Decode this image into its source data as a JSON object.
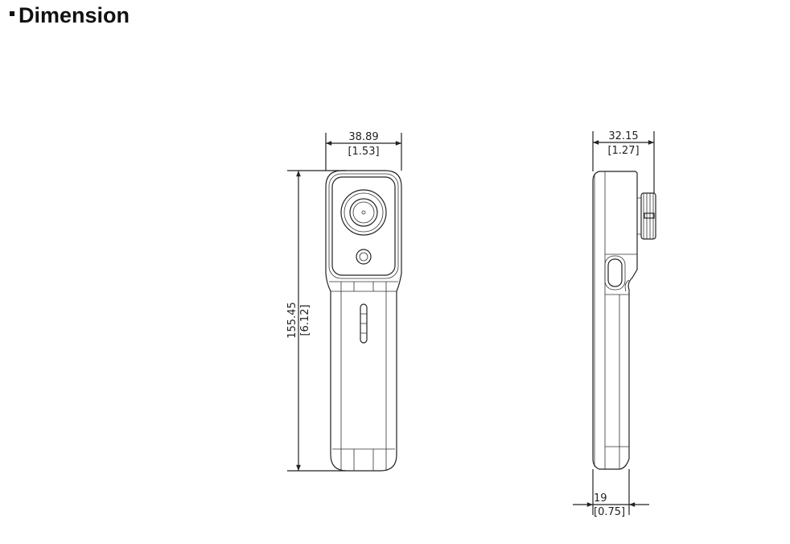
{
  "header": {
    "title": "Dimension"
  },
  "front_view": {
    "width_mm": "38.89",
    "width_in": "[1.53]",
    "height_mm": "155.45",
    "height_in": "[6.12]"
  },
  "side_view": {
    "depth_mm": "32.15",
    "depth_in": "[1.27]",
    "handle_mm": "19",
    "handle_in": "[0.75]"
  }
}
